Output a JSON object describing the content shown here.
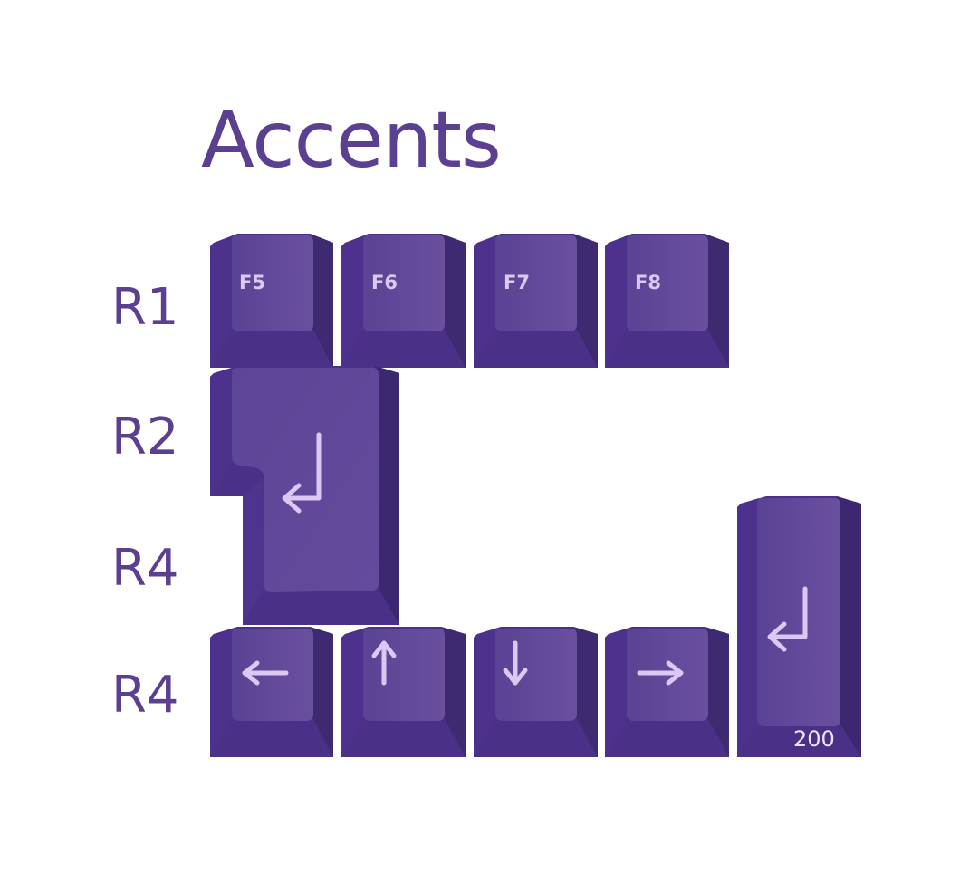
{
  "title": "Accents",
  "colors": {
    "accent": "#5b3f91",
    "keycap_base": "#4b3189",
    "keycap_top": "#5e4596",
    "legend": "#dcc8f2"
  },
  "row_labels": [
    "R1",
    "R2",
    "R4",
    "R4"
  ],
  "keys": {
    "f5": {
      "legend": "F5"
    },
    "f6": {
      "legend": "F6"
    },
    "f7": {
      "legend": "F7"
    },
    "f8": {
      "legend": "F8"
    },
    "iso_enter": {
      "icon": "enter-arrow-icon"
    },
    "arrow_left": {
      "icon": "arrow-left-icon"
    },
    "arrow_up": {
      "icon": "arrow-up-icon"
    },
    "arrow_down": {
      "icon": "arrow-down-icon"
    },
    "arrow_right": {
      "icon": "arrow-right-icon"
    },
    "numpad_enter": {
      "icon": "enter-arrow-icon",
      "size_label": "200"
    }
  }
}
